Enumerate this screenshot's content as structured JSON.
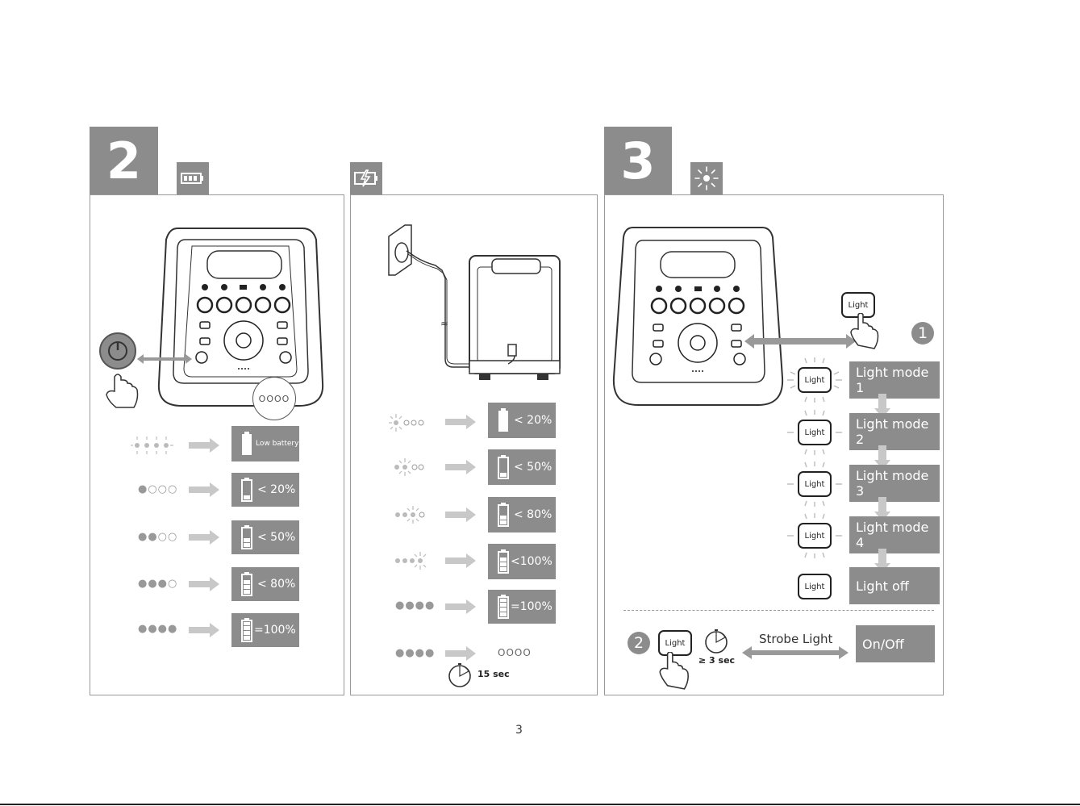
{
  "section2": {
    "number": "2",
    "battery_tab_icon": "battery-icon",
    "charge_tab_icon": "charging-icon",
    "callout_dots": "OOOO",
    "levels": [
      {
        "label": "Low battery"
      },
      {
        "label": "< 20%"
      },
      {
        "label": "< 50%"
      },
      {
        "label": "< 80%"
      },
      {
        "label": "=100%"
      }
    ],
    "charge_levels": [
      {
        "label": "< 20%"
      },
      {
        "label": "< 50%"
      },
      {
        "label": "< 80%"
      },
      {
        "label": "<100%"
      },
      {
        "label": "=100%"
      }
    ],
    "charge_end_dots": "OOOO",
    "timer_label": "15 sec"
  },
  "section3": {
    "number": "3",
    "light_tab_icon": "light-burst-icon",
    "light_button_label": "Light",
    "step1": "1",
    "step2": "2",
    "modes": [
      "Light mode 1",
      "Light mode 2",
      "Light mode 3",
      "Light mode 4",
      "Light off"
    ],
    "hold_time": "≥ 3 sec",
    "strobe_label": "Strobe Light",
    "strobe_state": "On/Off"
  },
  "page_number": "3",
  "colors": {
    "box_grey": "#8c8c8c",
    "arrow_grey": "#c8c8c8",
    "border": "#9a9a9a"
  }
}
